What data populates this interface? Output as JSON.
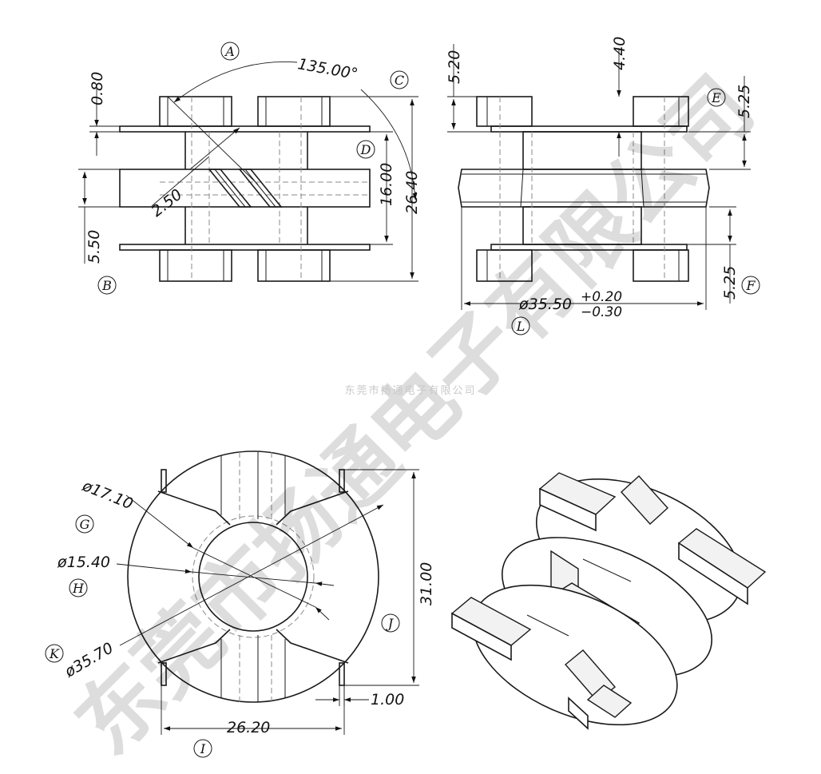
{
  "company_text": "东莞市扬通电子有限公司",
  "watermark": "东莞市扬通电子有限公司",
  "callouts": [
    "A",
    "B",
    "C",
    "D",
    "E",
    "F",
    "G",
    "H",
    "I",
    "J",
    "K",
    "L"
  ],
  "dimensions": {
    "angle": "135.00°",
    "flange_thickness": "0.80",
    "slot": "2.50",
    "core_height": "5.50",
    "inner_height": "16.00",
    "total_height": "26.40",
    "side_top": "5.20",
    "side_gap": "4.40",
    "right_top": "5.25",
    "right_bottom": "5.25",
    "diameter_main": "ø35.50",
    "tol_plus": "+0.20",
    "tol_minus": "−0.30",
    "d_inner1": "ø17.10",
    "d_inner2": "ø15.40",
    "d_outer": "ø35.70",
    "height_31": "31.00",
    "pin_width": "1.00",
    "base_width": "26.20"
  }
}
